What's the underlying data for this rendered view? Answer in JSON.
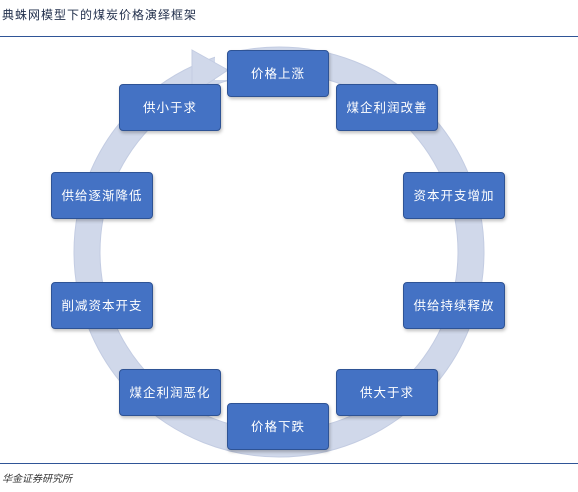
{
  "header": {
    "title": "典蛛网模型下的煤炭价格演绎框架"
  },
  "footer": {
    "source": "华金证券研究所"
  },
  "cycle": {
    "nodes": [
      {
        "label": "价格上涨"
      },
      {
        "label": "煤企利润改善"
      },
      {
        "label": "资本开支增加"
      },
      {
        "label": "供给持续释放"
      },
      {
        "label": "供大于求"
      },
      {
        "label": "价格下跌"
      },
      {
        "label": "煤企利润恶化"
      },
      {
        "label": "削减资本开支"
      },
      {
        "label": "供给逐渐降低"
      },
      {
        "label": "供小于求"
      }
    ]
  },
  "colors": {
    "node_fill": "#4472c4",
    "node_border": "#2e5395",
    "ring": "#d0d8ea",
    "rule": "#2f5597"
  }
}
